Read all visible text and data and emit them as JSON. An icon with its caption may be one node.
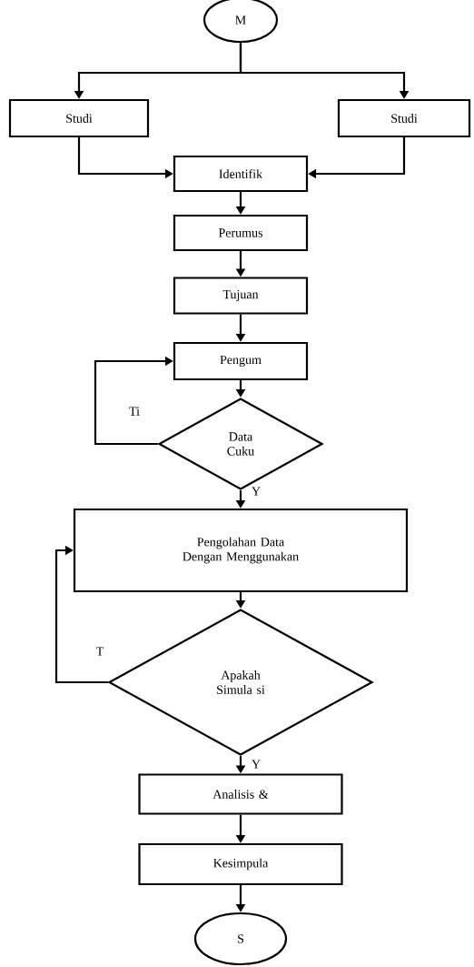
{
  "diagram": {
    "nodes": [
      {
        "text": [
          "M"
        ]
      },
      {
        "text": [
          "Studi"
        ]
      },
      {
        "text": [
          "Studi"
        ]
      },
      {
        "text": [
          "Identifik"
        ]
      },
      {
        "text": [
          "Perumus"
        ]
      },
      {
        "text": [
          "Tujuan"
        ]
      },
      {
        "text": [
          "Pengum"
        ]
      },
      {
        "text": [
          "Data Cuku"
        ]
      },
      {
        "text": [
          "Pengolahan Data Dengan Menggunakan"
        ]
      },
      {
        "text": [
          "Apakah Simula si"
        ]
      },
      {
        "text": [
          "Analisis &"
        ]
      },
      {
        "text": [
          "Kesimpula"
        ]
      },
      {
        "text": [
          "S"
        ]
      }
    ],
    "edges": [
      {
        "from": 0,
        "to": 1,
        "arrow": "to"
      },
      {
        "from": 0,
        "to": 2,
        "arrow": "to"
      },
      {
        "from": 1,
        "to": 3,
        "arrow": "to"
      },
      {
        "from": 2,
        "to": 3,
        "arrow": "to"
      },
      {
        "from": 3,
        "to": 4,
        "arrow": "to"
      },
      {
        "from": 4,
        "to": 5,
        "arrow": "to"
      },
      {
        "from": 5,
        "to": 6,
        "arrow": "to"
      },
      {
        "from": 6,
        "to": 7,
        "arrow": "to"
      },
      {
        "from": 7,
        "to": 6,
        "arrow": "to",
        "label": "Ti"
      },
      {
        "from": 7,
        "to": 8,
        "arrow": "to",
        "label": "Y"
      },
      {
        "from": 8,
        "to": 9,
        "arrow": "to"
      },
      {
        "from": 9,
        "to": 8,
        "arrow": "to",
        "label": "T"
      },
      {
        "from": 9,
        "to": 10,
        "arrow": "to",
        "label": "Y"
      },
      {
        "from": 10,
        "to": 11,
        "arrow": "to"
      },
      {
        "from": 11,
        "to": 12,
        "arrow": "to"
      }
    ]
  }
}
